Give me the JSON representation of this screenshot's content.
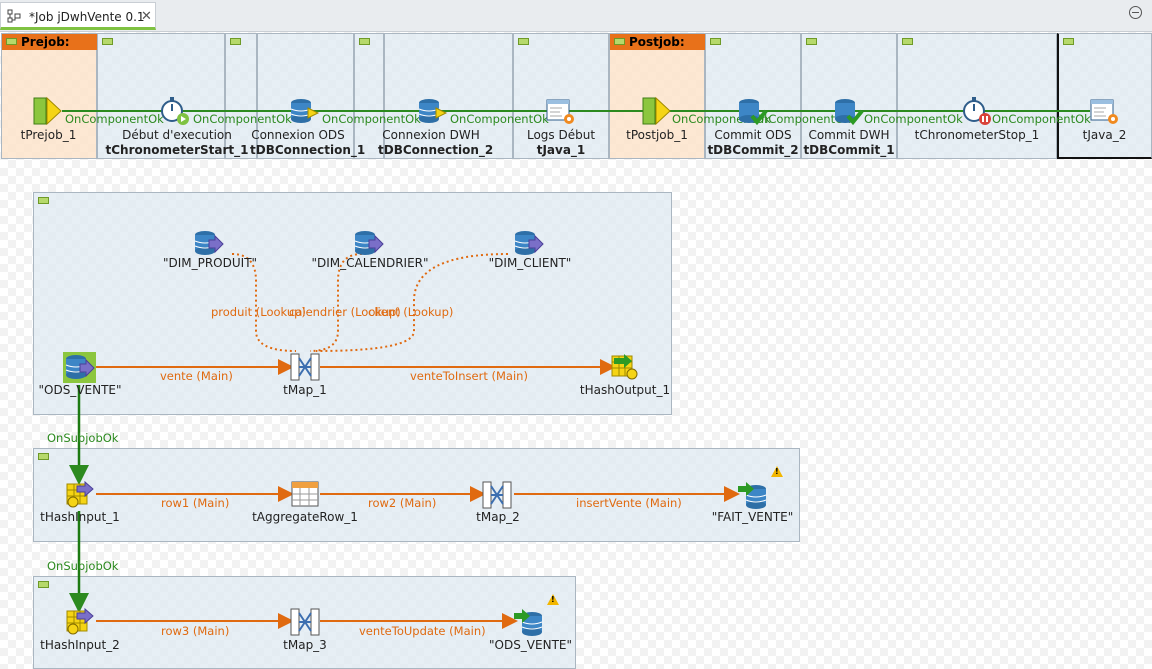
{
  "tab": {
    "title": "*Job jDwhVente 0.1",
    "close": "✕"
  },
  "links": {
    "on_component_ok": "OnComponentOk",
    "on_subjob_ok": "OnSubjobOk"
  },
  "prejob": {
    "header": "Prejob:",
    "components": [
      {
        "label": "tPrejob_1",
        "name": ""
      },
      {
        "label": "Début d'execution",
        "name": "tChronometerStart_1"
      },
      {
        "label": "Connexion ODS",
        "name": "tDBConnection_1"
      },
      {
        "label": "Connexion DWH",
        "name": "tDBConnection_2"
      },
      {
        "label": "Logs Début",
        "name": "tJava_1"
      }
    ]
  },
  "postjob": {
    "header": "Postjob:",
    "components": [
      {
        "label": "tPostjob_1",
        "name": ""
      },
      {
        "label": "Commit ODS",
        "name": "tDBCommit_2"
      },
      {
        "label": "Commit DWH",
        "name": "tDBCommit_1"
      },
      {
        "label": "tChronometerStop_1",
        "name": ""
      },
      {
        "label": "tJava_2",
        "name": ""
      }
    ]
  },
  "subjob1": {
    "lookups": [
      "\"DIM_PRODUIT\"",
      "\"DIM_CALENDRIER\"",
      "\"DIM_CLIENT\""
    ],
    "lookup_links": [
      "produit (Lookup)",
      "calendrier (Lookup)",
      "client (Lookup)"
    ],
    "source": "\"ODS_VENTE\"",
    "map": "tMap_1",
    "target": "tHashOutput_1",
    "main_links": [
      "vente (Main)",
      "venteToInsert (Main)"
    ]
  },
  "subjob2": {
    "components": [
      "tHashInput_1",
      "tAggregateRow_1",
      "tMap_2",
      "\"FAIT_VENTE\""
    ],
    "links": [
      "row1 (Main)",
      "row2 (Main)",
      "insertVente (Main)"
    ]
  },
  "subjob3": {
    "components": [
      "tHashInput_2",
      "tMap_3",
      "\"ODS_VENTE\""
    ],
    "links": [
      "row3 (Main)",
      "venteToUpdate (Main)"
    ]
  },
  "colors": {
    "on_component_ok": "#2c8a1f",
    "main_flow": "#e06a10",
    "job_header": "#e8711a",
    "selected_tab": "#7fc241"
  }
}
